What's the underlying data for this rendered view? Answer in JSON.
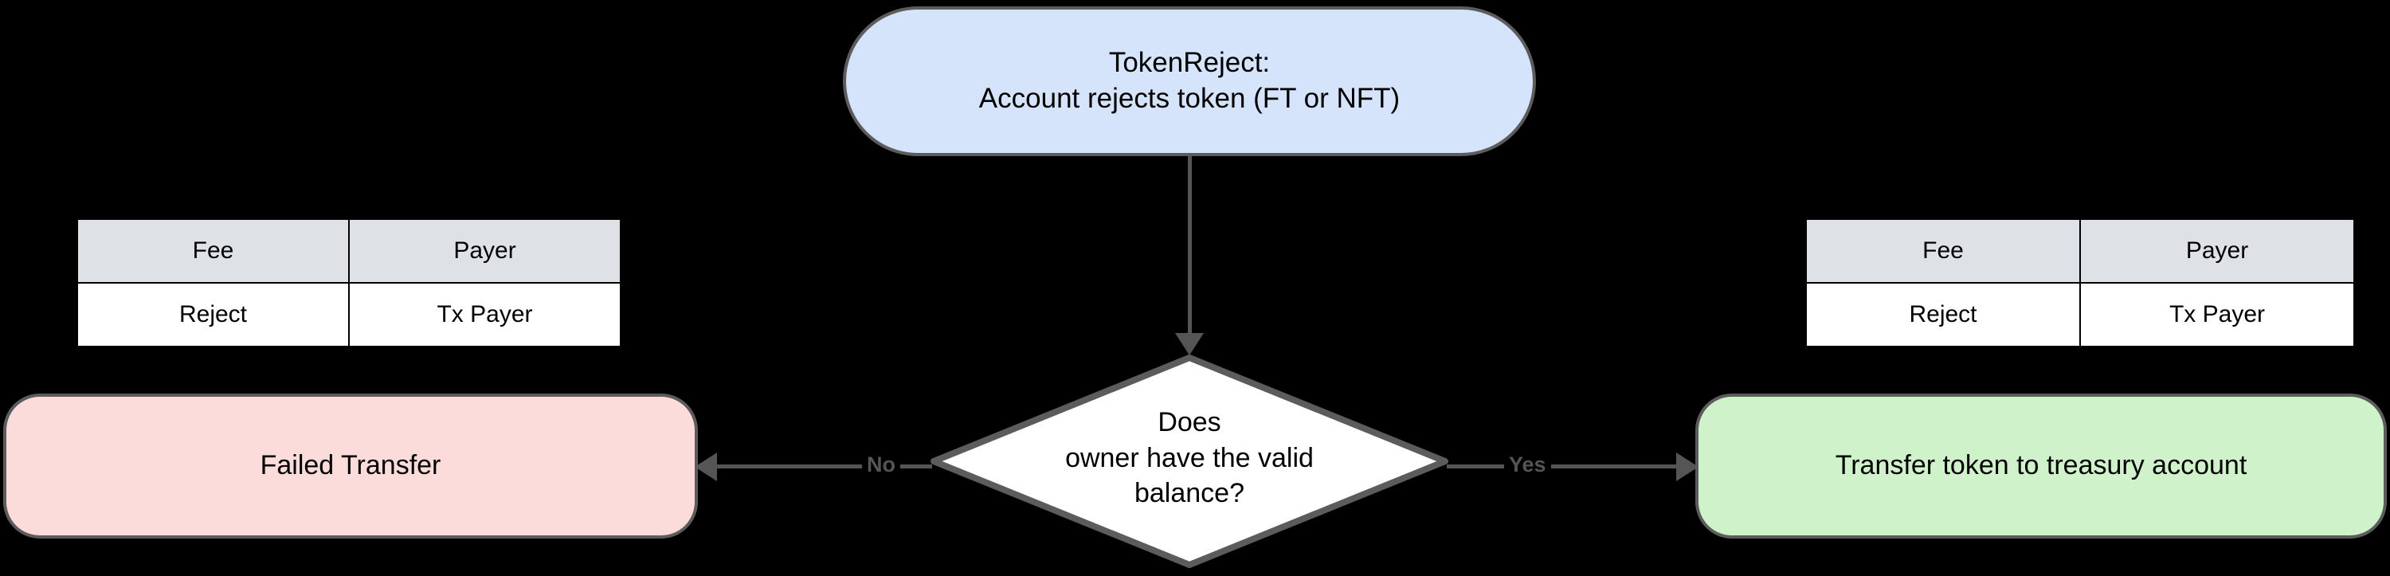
{
  "diagram": {
    "type": "flowchart",
    "background_color": "#000000",
    "edge_color": "#555555",
    "nodes": {
      "start": {
        "label": "TokenReject:\nAccount rejects token (FT or NFT)",
        "shape": "stadium",
        "fill_color": "#d6e4fb",
        "border_color": "#5c5c5c"
      },
      "decision": {
        "label": "Does\nowner have the valid\nbalance?",
        "shape": "diamond",
        "fill_color": "#ffffff",
        "border_color": "#5c5c5c"
      },
      "failed": {
        "label": "Failed Transfer",
        "shape": "stadium",
        "fill_color": "#fcdbdb",
        "border_color": "#5c5c5c"
      },
      "success": {
        "label": "Transfer token to treasury account",
        "shape": "stadium",
        "fill_color": "#cff2cb",
        "border_color": "#5c5c5c"
      }
    },
    "edges": {
      "start_to_decision": {
        "label": ""
      },
      "decision_to_failed": {
        "label": "No"
      },
      "decision_to_success": {
        "label": "Yes"
      }
    }
  },
  "fee_table_left": {
    "headers": [
      "Fee",
      "Payer"
    ],
    "rows": [
      [
        "Reject",
        "Tx Payer"
      ]
    ],
    "header_fill": "#dee1e6",
    "cell_fill": "#ffffff"
  },
  "fee_table_right": {
    "headers": [
      "Fee",
      "Payer"
    ],
    "rows": [
      [
        "Reject",
        "Tx Payer"
      ]
    ],
    "header_fill": "#dee1e6",
    "cell_fill": "#ffffff"
  }
}
